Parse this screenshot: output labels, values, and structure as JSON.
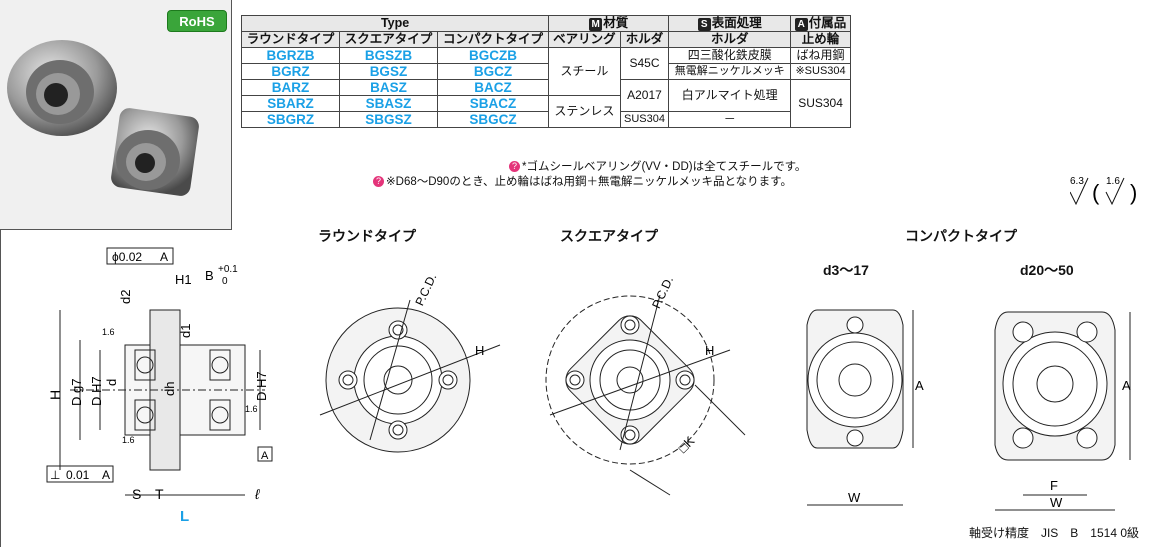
{
  "badge": "RoHS",
  "table": {
    "header_type": "Type",
    "header_material": "材質",
    "header_material_letter": "M",
    "header_surface": "表面処理",
    "header_surface_letter": "S",
    "header_accessory": "付属品",
    "header_accessory_letter": "A",
    "sub_round": "ラウンドタイプ",
    "sub_square": "スクエアタイプ",
    "sub_compact": "コンパクトタイプ",
    "sub_bearing": "ベアリング",
    "sub_holder": "ホルダ",
    "sub_holder2": "ホルダ",
    "sub_ring": "止め輪",
    "rows": [
      [
        "BGRZB",
        "BGSZB",
        "BGCZB"
      ],
      [
        "BGRZ",
        "BGSZ",
        "BGCZ"
      ],
      [
        "BARZ",
        "BASZ",
        "BACZ"
      ],
      [
        "SBARZ",
        "SBASZ",
        "SBACZ"
      ],
      [
        "SBGRZ",
        "SBGSZ",
        "SBGCZ"
      ]
    ],
    "bearing_steel": "スチール",
    "bearing_stainless": "ステンレス",
    "holder_s45c": "S45C",
    "holder_a2017": "A2017",
    "holder_sus304": "SUS304",
    "surface_1": "四三酸化鉄皮膜",
    "surface_2": "無電解ニッケルメッキ",
    "surface_3": "白アルマイト処理",
    "surface_4": "－",
    "ring_1": "ばね用鋼",
    "ring_2": "※SUS304",
    "ring_3": "SUS304"
  },
  "notes": [
    "*ゴムシールベアリング(VV・DD)は全てスチールです。",
    "※D68～D90のとき、止め輪はばね用鋼＋無電解ニッケルメッキ品となります。"
  ],
  "roughness": {
    "a": "6.3",
    "b": "1.6"
  },
  "views": {
    "round": "ラウンドタイプ",
    "square": "スクエアタイプ",
    "compact": "コンパクトタイプ",
    "compact_small": "d3～17",
    "compact_large": "d20～50"
  },
  "dims": {
    "concentric": "ϕ0.02",
    "datum": "A",
    "perp": "⊥",
    "perp_val": "0.01",
    "B": "B",
    "B_tol_up": "+0.1",
    "B_tol_lo": "0",
    "H1": "H1",
    "d2": "d2",
    "d1": "d1",
    "H": "H",
    "D": "D g7",
    "DH7": "D H7",
    "d": "d",
    "dh": "dh",
    "DH7r": "D H7",
    "S": "S",
    "T": "T",
    "L": "L",
    "l": "ℓ",
    "r16a": "1.6",
    "r16b": "1.6",
    "r16c": "1.6",
    "PCD": "P.C.D.",
    "Hr": "H",
    "PCD2": "P.C.D.",
    "Hs": "H",
    "K": "□K",
    "A1": "A",
    "A2": "A",
    "W1": "W",
    "W2": "W",
    "F": "F"
  },
  "accuracy": "軸受け精度　JIS　B　1514 0級"
}
